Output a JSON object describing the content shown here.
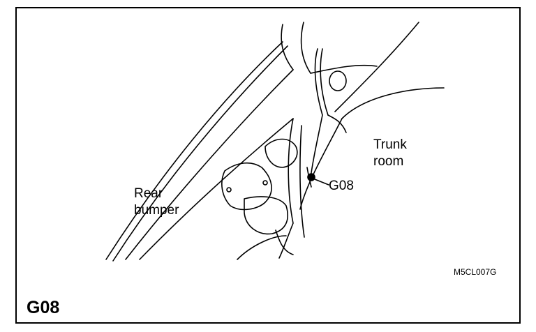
{
  "labels": {
    "trunk_room": [
      "Trunk",
      "room"
    ],
    "rear_bumper": [
      "Rear",
      "bumper"
    ],
    "connector": "G08"
  },
  "figure_code": "M5CL007G",
  "figure_title": "G08",
  "colors": {
    "line": "#000000",
    "background": "#ffffff"
  }
}
